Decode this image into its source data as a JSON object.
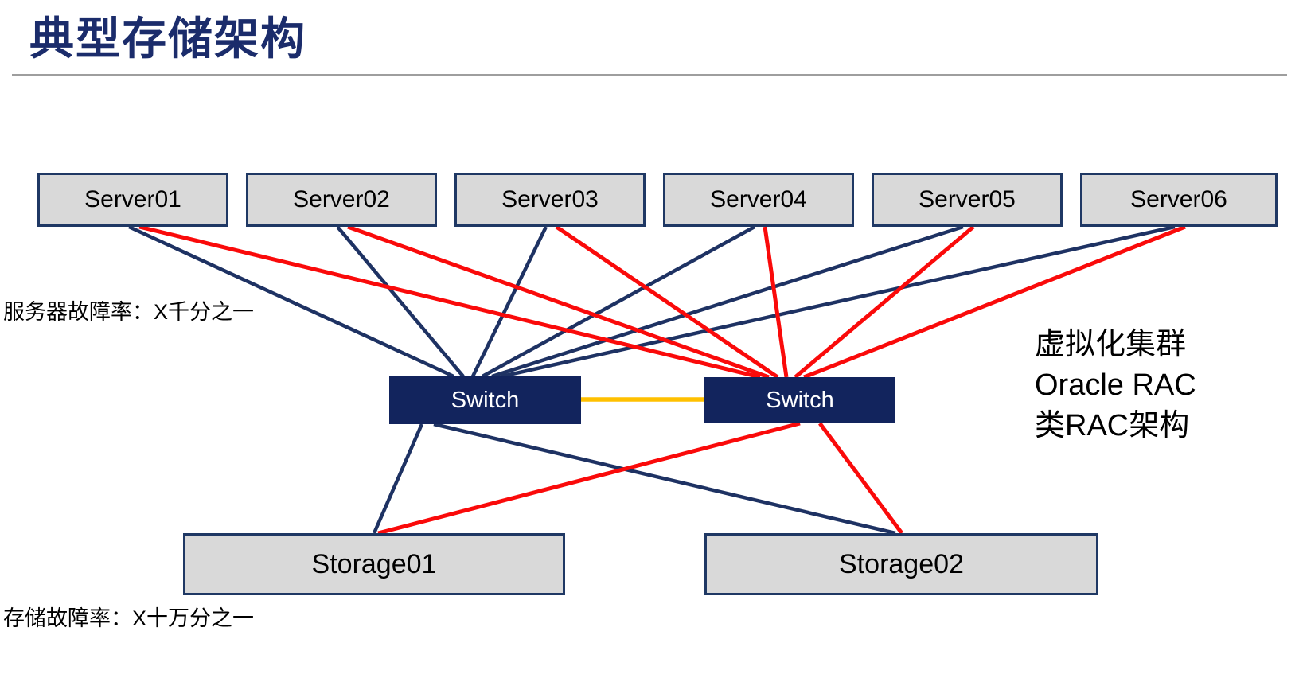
{
  "slide": {
    "title": "典型存储架构",
    "server_fail_label": "服务器故障率：X千分之一",
    "storage_fail_label": "存储故障率：X十万分之一",
    "annotation_lines": [
      "虚拟化集群",
      "Oracle RAC",
      "类RAC架构"
    ]
  },
  "nodes": {
    "servers": [
      {
        "id": "server01",
        "label": "Server01"
      },
      {
        "id": "server02",
        "label": "Server02"
      },
      {
        "id": "server03",
        "label": "Server03"
      },
      {
        "id": "server04",
        "label": "Server04"
      },
      {
        "id": "server05",
        "label": "Server05"
      },
      {
        "id": "server06",
        "label": "Server06"
      }
    ],
    "switches": [
      {
        "id": "switch1",
        "label": "Switch"
      },
      {
        "id": "switch2",
        "label": "Switch"
      }
    ],
    "storages": [
      {
        "id": "storage01",
        "label": "Storage01"
      },
      {
        "id": "storage02",
        "label": "Storage02"
      }
    ]
  },
  "colors": {
    "title_navy": "#1B2C6B",
    "node_border_navy": "#1F3864",
    "node_fill_gray": "#D9D9D9",
    "switch_fill_navy": "#12245D",
    "link_primary_blue": "#1E3263",
    "link_secondary_red": "#FA0A0A",
    "link_interconnect_gold": "#FFC000",
    "separator_gray": "#9E9E9E"
  },
  "connections": [
    {
      "from": "server01",
      "to": "switch1",
      "type": "primary"
    },
    {
      "from": "server02",
      "to": "switch1",
      "type": "primary"
    },
    {
      "from": "server03",
      "to": "switch1",
      "type": "primary"
    },
    {
      "from": "server04",
      "to": "switch1",
      "type": "primary"
    },
    {
      "from": "server05",
      "to": "switch1",
      "type": "primary"
    },
    {
      "from": "server06",
      "to": "switch1",
      "type": "primary"
    },
    {
      "from": "server01",
      "to": "switch2",
      "type": "secondary"
    },
    {
      "from": "server02",
      "to": "switch2",
      "type": "secondary"
    },
    {
      "from": "server03",
      "to": "switch2",
      "type": "secondary"
    },
    {
      "from": "server04",
      "to": "switch2",
      "type": "secondary"
    },
    {
      "from": "server05",
      "to": "switch2",
      "type": "secondary"
    },
    {
      "from": "server06",
      "to": "switch2",
      "type": "secondary"
    },
    {
      "from": "switch1",
      "to": "switch2",
      "type": "interconnect"
    },
    {
      "from": "switch1",
      "to": "storage01",
      "type": "primary"
    },
    {
      "from": "switch1",
      "to": "storage02",
      "type": "primary"
    },
    {
      "from": "switch2",
      "to": "storage01",
      "type": "secondary"
    },
    {
      "from": "switch2",
      "to": "storage02",
      "type": "secondary"
    }
  ]
}
